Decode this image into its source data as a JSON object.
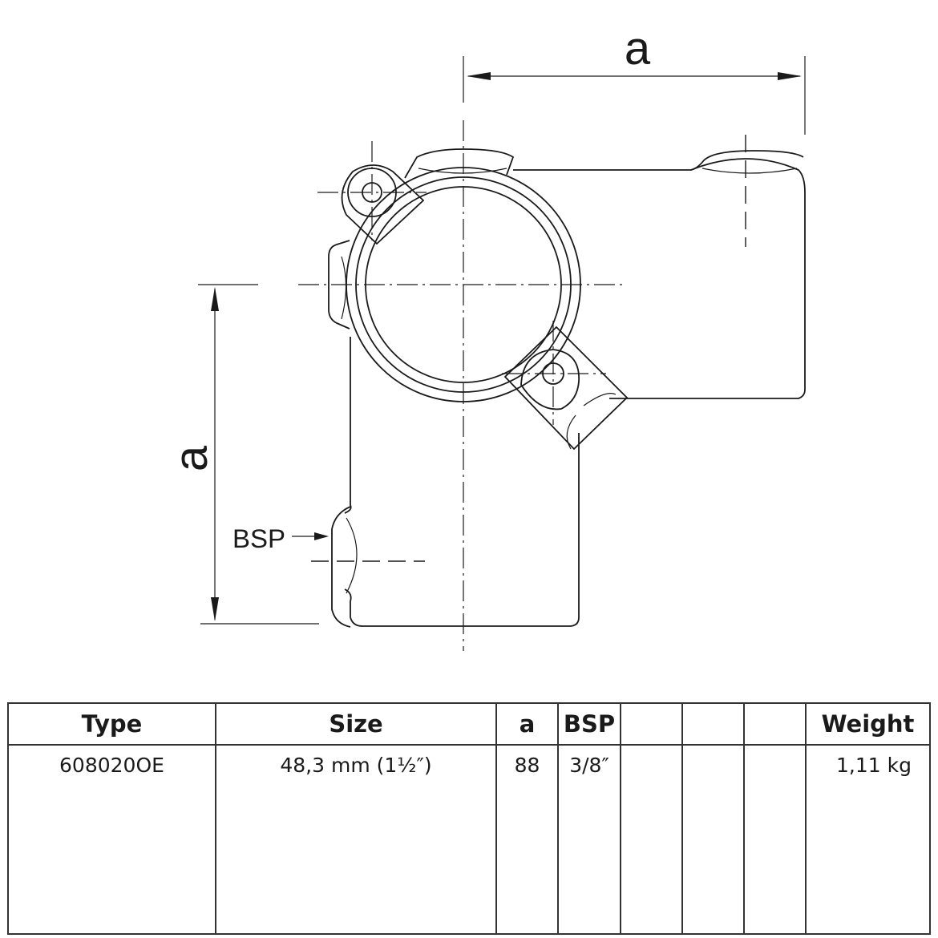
{
  "drawing": {
    "dimension_top_label": "a",
    "dimension_left_label": "a",
    "bsp_callout": "BSP"
  },
  "table": {
    "headers": [
      "Type",
      "Size",
      "a",
      "BSP",
      "",
      "",
      "",
      "Weight"
    ],
    "rows": [
      [
        "608020OE",
        "48,3 mm (1½″)",
        "88",
        "3/8″",
        "",
        "",
        "",
        "1,11 kg"
      ]
    ]
  }
}
